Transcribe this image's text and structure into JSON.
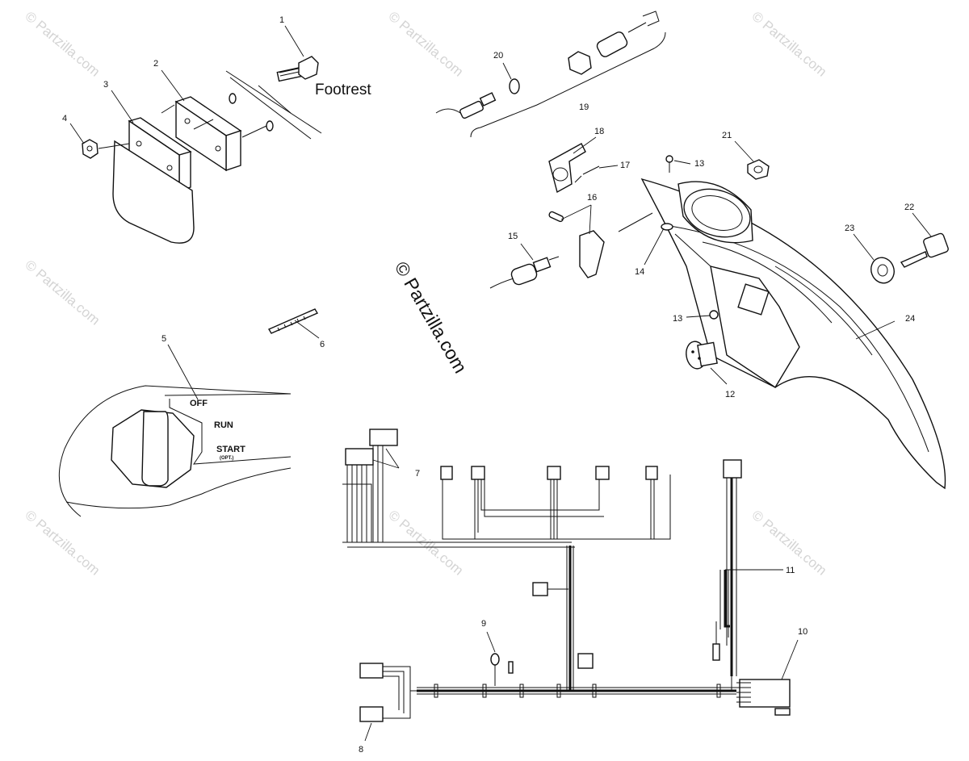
{
  "labels": {
    "footrest": "Footrest",
    "off": "OFF",
    "run": "RUN",
    "start": "START",
    "opt": "(OPT.)"
  },
  "watermark": {
    "main": "© Partzilla.com",
    "faint": "© Partzilla.com"
  },
  "callouts": {
    "c1": "1",
    "c2": "2",
    "c3": "3",
    "c4": "4",
    "c5": "5",
    "c6": "6",
    "c7": "7",
    "c8": "8",
    "c9": "9",
    "c10": "10",
    "c11": "11",
    "c12": "12",
    "c13a": "13",
    "c13b": "13",
    "c14": "14",
    "c15": "15",
    "c16": "16",
    "c17": "17",
    "c18": "18",
    "c19": "19",
    "c20": "20",
    "c21": "21",
    "c22": "22",
    "c23": "23",
    "c24": "24"
  },
  "colors": {
    "line": "#111111",
    "background": "#ffffff",
    "watermark": "#d4d4d4"
  }
}
